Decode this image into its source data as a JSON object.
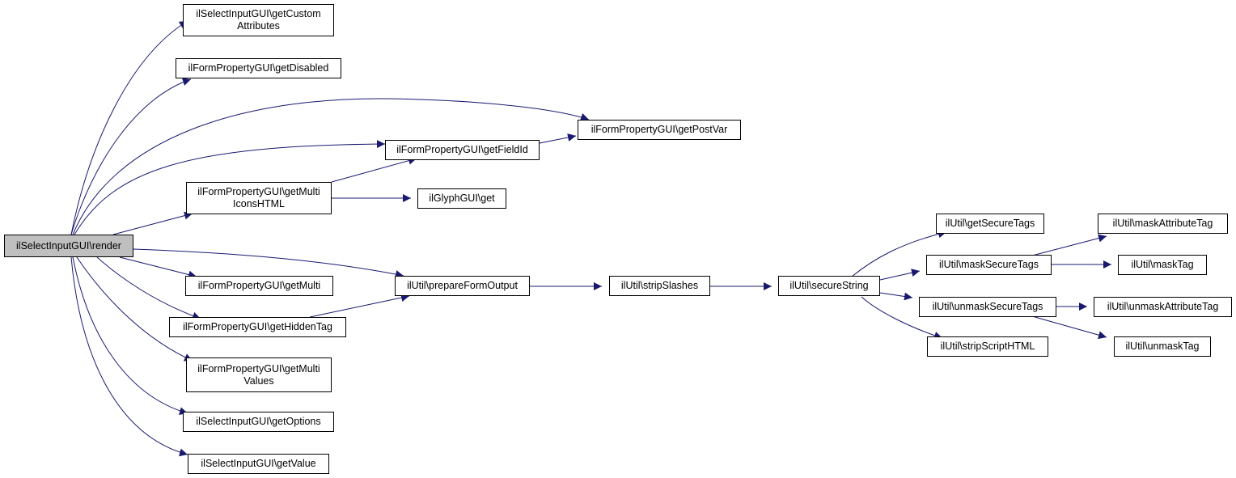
{
  "nodes": {
    "render": "ilSelectInputGUI\\render",
    "getCustomAttributes": "ilSelectInputGUI\\getCustom\nAttributes",
    "getDisabled": "ilFormPropertyGUI\\getDisabled",
    "getPostVar": "ilFormPropertyGUI\\getPostVar",
    "getFieldId": "ilFormPropertyGUI\\getFieldId",
    "getMultiIconsHTML": "ilFormPropertyGUI\\getMulti\nIconsHTML",
    "glyphGet": "ilGlyphGUI\\get",
    "getMulti": "ilFormPropertyGUI\\getMulti",
    "prepareFormOutput": "ilUtil\\prepareFormOutput",
    "stripSlashes": "ilUtil\\stripSlashes",
    "secureString": "ilUtil\\secureString",
    "getHiddenTag": "ilFormPropertyGUI\\getHiddenTag",
    "getMultiValues": "ilFormPropertyGUI\\getMulti\nValues",
    "getOptions": "ilSelectInputGUI\\getOptions",
    "getValue": "ilSelectInputGUI\\getValue",
    "getSecureTags": "ilUtil\\getSecureTags",
    "maskSecureTags": "ilUtil\\maskSecureTags",
    "unmaskSecureTags": "ilUtil\\unmaskSecureTags",
    "stripScriptHTML": "ilUtil\\stripScriptHTML",
    "maskAttributeTag": "ilUtil\\maskAttributeTag",
    "maskTag": "ilUtil\\maskTag",
    "unmaskAttributeTag": "ilUtil\\unmaskAttributeTag",
    "unmaskTag": "ilUtil\\unmaskTag"
  },
  "colors": {
    "edge": "#191970",
    "node_border": "#000000",
    "root_fill": "#bfbfbf",
    "node_fill": "#ffffff"
  }
}
